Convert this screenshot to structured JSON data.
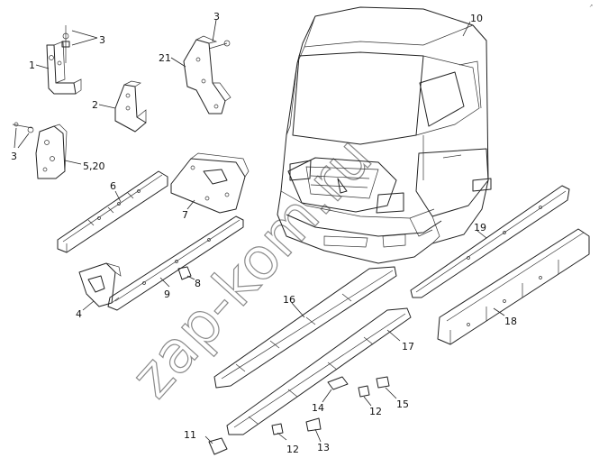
{
  "watermark": "zap-kom.ru",
  "corner_mark": "↗",
  "labels": {
    "l1": "1",
    "l2": "2",
    "l3a": "3",
    "l3b": "3",
    "l3c": "3",
    "l4": "4",
    "l5_20": "5,20",
    "l6": "6",
    "l7": "7",
    "l8": "8",
    "l9": "9",
    "l10": "10",
    "l11": "11",
    "l12a": "12",
    "l12b": "12",
    "l13": "13",
    "l14": "14",
    "l15": "15",
    "l16": "16",
    "l17": "17",
    "l18": "18",
    "l19": "19",
    "l21": "21"
  }
}
